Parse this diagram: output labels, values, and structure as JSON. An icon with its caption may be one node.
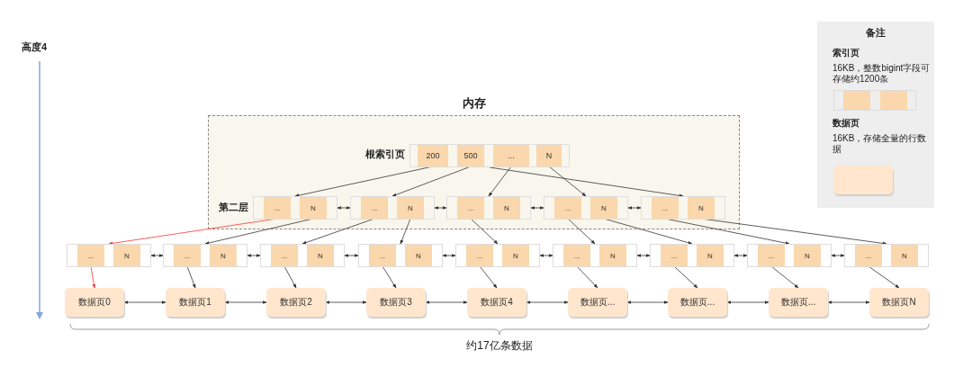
{
  "diagram": {
    "nodes": [
      {
        "text": [
          "内存"
        ]
      },
      {
        "text": [],
        "shape": "box",
        "in": 0
      },
      {
        "text": [
          "200"
        ],
        "in": 1
      },
      {
        "text": [
          "500"
        ],
        "in": 1
      },
      {
        "text": [
          "..."
        ],
        "in": 1
      },
      {
        "text": [
          "N"
        ],
        "in": 1
      },
      {
        "text": [],
        "shape": "box",
        "in": 0
      },
      {
        "text": [
          "..."
        ],
        "in": 6
      },
      {
        "text": [
          "N"
        ],
        "in": 6
      },
      {
        "text": [],
        "shape": "box",
        "in": 0
      },
      {
        "text": [
          "..."
        ],
        "in": 9
      },
      {
        "text": [
          "N"
        ],
        "in": 9
      },
      {
        "text": [],
        "shape": "box",
        "in": 0
      },
      {
        "text": [
          "..."
        ],
        "in": 12
      },
      {
        "text": [
          "N"
        ],
        "in": 12
      },
      {
        "text": [],
        "shape": "box",
        "in": 0
      },
      {
        "text": [
          "..."
        ],
        "in": 15
      },
      {
        "text": [
          "N"
        ],
        "in": 15
      },
      {
        "text": [],
        "shape": "box",
        "in": 0
      },
      {
        "text": [
          "..."
        ],
        "in": 18
      },
      {
        "text": [
          "N"
        ],
        "in": 18
      },
      {
        "text": [],
        "shape": "box"
      },
      {
        "text": [
          "..."
        ],
        "in": 21
      },
      {
        "text": [
          "N"
        ],
        "in": 21
      },
      {
        "text": [],
        "shape": "box"
      },
      {
        "text": [
          "..."
        ],
        "in": 24
      },
      {
        "text": [
          "N"
        ],
        "in": 24
      },
      {
        "text": [],
        "shape": "box"
      },
      {
        "text": [
          "..."
        ],
        "in": 27
      },
      {
        "text": [
          "N"
        ],
        "in": 27
      },
      {
        "text": [],
        "shape": "box"
      },
      {
        "text": [
          "..."
        ],
        "in": 30
      },
      {
        "text": [
          "N"
        ],
        "in": 30
      },
      {
        "text": [],
        "shape": "box"
      },
      {
        "text": [
          "..."
        ],
        "in": 33
      },
      {
        "text": [
          "N"
        ],
        "in": 33
      },
      {
        "text": [],
        "shape": "box"
      },
      {
        "text": [
          "..."
        ],
        "in": 36
      },
      {
        "text": [
          "N"
        ],
        "in": 36
      },
      {
        "text": [],
        "shape": "box"
      },
      {
        "text": [
          "..."
        ],
        "in": 39
      },
      {
        "text": [
          "N"
        ],
        "in": 39
      },
      {
        "text": [],
        "shape": "box"
      },
      {
        "text": [
          "..."
        ],
        "in": 42
      },
      {
        "text": [
          "N"
        ],
        "in": 42
      },
      {
        "text": [],
        "shape": "box"
      },
      {
        "text": [
          "..."
        ],
        "in": 45
      },
      {
        "text": [
          "N"
        ],
        "in": 45
      },
      {
        "text": [
          "数据页0"
        ]
      },
      {
        "text": [
          "数据页1"
        ]
      },
      {
        "text": [
          "数据页2"
        ]
      },
      {
        "text": [
          "数据页3"
        ]
      },
      {
        "text": [
          "数据页4"
        ]
      },
      {
        "text": [
          "数据页..."
        ]
      },
      {
        "text": [
          "数据页..."
        ]
      },
      {
        "text": [
          "数据页..."
        ]
      },
      {
        "text": [
          "数据页N"
        ]
      }
    ],
    "edges": [
      {
        "from": 2,
        "to": 6,
        "arrow": "to"
      },
      {
        "from": 3,
        "to": 9,
        "arrow": "to"
      },
      {
        "from": 4,
        "to": 12,
        "arrow": "to"
      },
      {
        "from": 5,
        "to": 15,
        "arrow": "to"
      },
      {
        "from": 1,
        "to": 18,
        "arrow": "to"
      },
      {
        "from": 6,
        "to": 9,
        "arrow": "both"
      },
      {
        "from": 9,
        "to": 12,
        "arrow": "both"
      },
      {
        "from": 12,
        "to": 15,
        "arrow": "both"
      },
      {
        "from": 15,
        "to": 18,
        "arrow": "both"
      },
      {
        "from": 7,
        "to": 21,
        "arrow": "to",
        "color": "#ff3333"
      },
      {
        "from": 8,
        "to": 24,
        "arrow": "to"
      },
      {
        "from": 10,
        "to": 27,
        "arrow": "to"
      },
      {
        "from": 11,
        "to": 30,
        "arrow": "to"
      },
      {
        "from": 13,
        "to": 33,
        "arrow": "to"
      },
      {
        "from": 16,
        "to": 36,
        "arrow": "to"
      },
      {
        "from": 17,
        "to": 39,
        "arrow": "to"
      },
      {
        "from": 19,
        "to": 42,
        "arrow": "to"
      },
      {
        "from": 20,
        "to": 45,
        "arrow": "to"
      },
      {
        "from": 21,
        "to": 24,
        "arrow": "both"
      },
      {
        "from": 24,
        "to": 27,
        "arrow": "both"
      },
      {
        "from": 27,
        "to": 30,
        "arrow": "both"
      },
      {
        "from": 30,
        "to": 33,
        "arrow": "both"
      },
      {
        "from": 33,
        "to": 36,
        "arrow": "both"
      },
      {
        "from": 36,
        "to": 39,
        "arrow": "both"
      },
      {
        "from": 39,
        "to": 42,
        "arrow": "both"
      },
      {
        "from": 42,
        "to": 45,
        "arrow": "both"
      },
      {
        "from": 22,
        "to": 48,
        "arrow": "to",
        "color": "#ff3333"
      },
      {
        "from": 25,
        "to": 49,
        "arrow": "to"
      },
      {
        "from": 28,
        "to": 50,
        "arrow": "to"
      },
      {
        "from": 31,
        "to": 51,
        "arrow": "to"
      },
      {
        "from": 34,
        "to": 52,
        "arrow": "to"
      },
      {
        "from": 37,
        "to": 53,
        "arrow": "to"
      },
      {
        "from": 40,
        "to": 54,
        "arrow": "to"
      },
      {
        "from": 43,
        "to": 55,
        "arrow": "to"
      },
      {
        "from": 46,
        "to": 56,
        "arrow": "to"
      },
      {
        "from": 48,
        "to": 49,
        "arrow": "both"
      },
      {
        "from": 49,
        "to": 50,
        "arrow": "both"
      },
      {
        "from": 50,
        "to": 51,
        "arrow": "both"
      },
      {
        "from": 51,
        "to": 52,
        "arrow": "both"
      },
      {
        "from": 52,
        "to": 53,
        "arrow": "both"
      },
      {
        "from": 53,
        "to": 54,
        "arrow": "both"
      },
      {
        "from": 54,
        "to": 55,
        "arrow": "both"
      },
      {
        "from": 55,
        "to": 56,
        "arrow": "both"
      }
    ],
    "labels": [
      "高度4",
      "根索引页",
      "第二层",
      "约17亿条数据",
      "备注",
      "16KB，整数bigint字段可存储约1200条",
      "16KB，存储全量的行数据"
    ],
    "legend": [
      {
        "text": "索引页",
        "color": "#fad7ac"
      },
      {
        "text": "数据页",
        "color": "#ffe6cc"
      }
    ]
  }
}
